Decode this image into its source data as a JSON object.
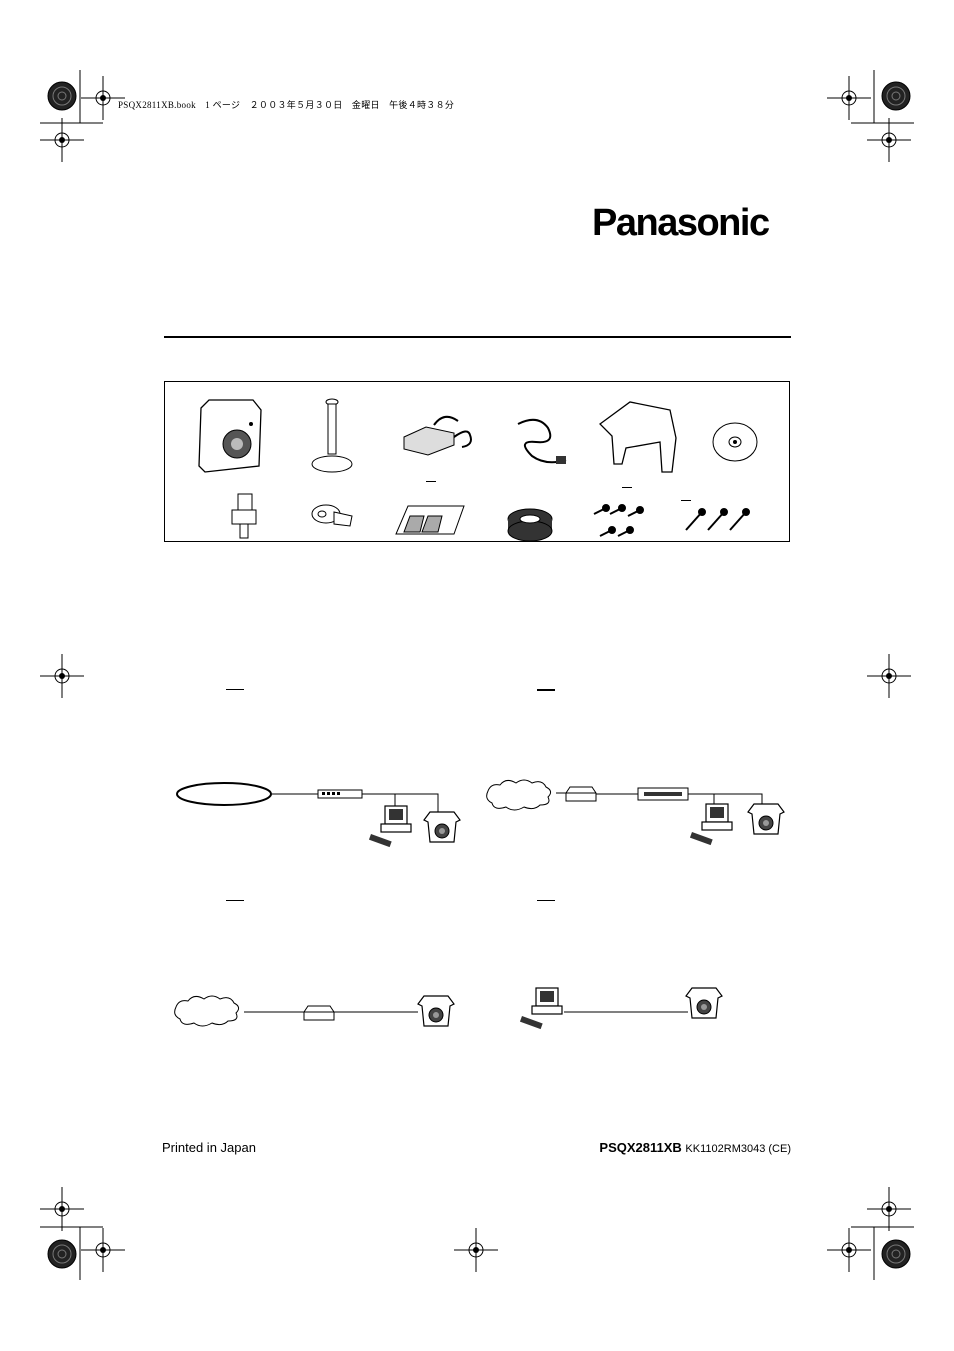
{
  "header": {
    "file_info": "PSQX2811XB.book　1 ページ　２００３年５月３０日　金曜日　午後４時３８分"
  },
  "brand": {
    "logo_text": "Panasonic"
  },
  "accessories": {
    "row1": [
      "camera-icon",
      "stand-icon",
      "ac-adaptor-icon",
      "power-cord-icon",
      "sunshade-icon",
      "cd-rom-icon"
    ],
    "row2": [
      "camera-key-icon",
      "ferrite-core-icon",
      "template-icon",
      "tape-icon",
      "screws-icon",
      "wood-screws-icon"
    ]
  },
  "diagrams": [
    "lan-router-pc-camera",
    "internet-modem-router-pc-camera",
    "internet-modem-camera",
    "pc-direct-camera"
  ],
  "footer": {
    "printed_in": "Printed in Japan",
    "model": "PSQX2811XB",
    "code": "KK1102RM3043 (CE)"
  }
}
